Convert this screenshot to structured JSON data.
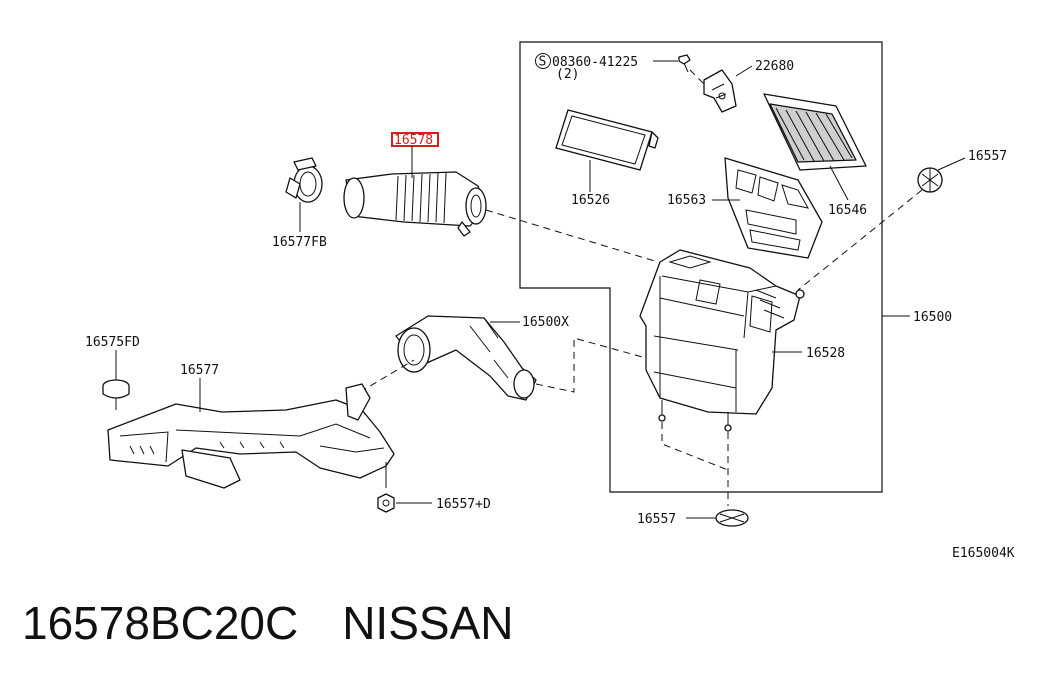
{
  "labels": {
    "bolt_ref": "08360-41225",
    "bolt_qty": "(2)",
    "bolt_prefix": "S",
    "l22680": "22680",
    "l16526": "16526",
    "l16563": "16563",
    "l16546": "16546",
    "l16557_top": "16557",
    "l16500": "16500",
    "l16528": "16528",
    "l16578": "16578",
    "l16577FB": "16577FB",
    "l16500X": "16500X",
    "l16575FD": "16575FD",
    "l16577": "16577",
    "l16557D": "16557+D",
    "l16557_bottom": "16557",
    "diagram_code": "E165004K"
  },
  "caption": {
    "part_number": "16578BC20C",
    "brand": "NISSAN"
  },
  "colors": {
    "highlight": "#d42020",
    "line": "#111111"
  }
}
